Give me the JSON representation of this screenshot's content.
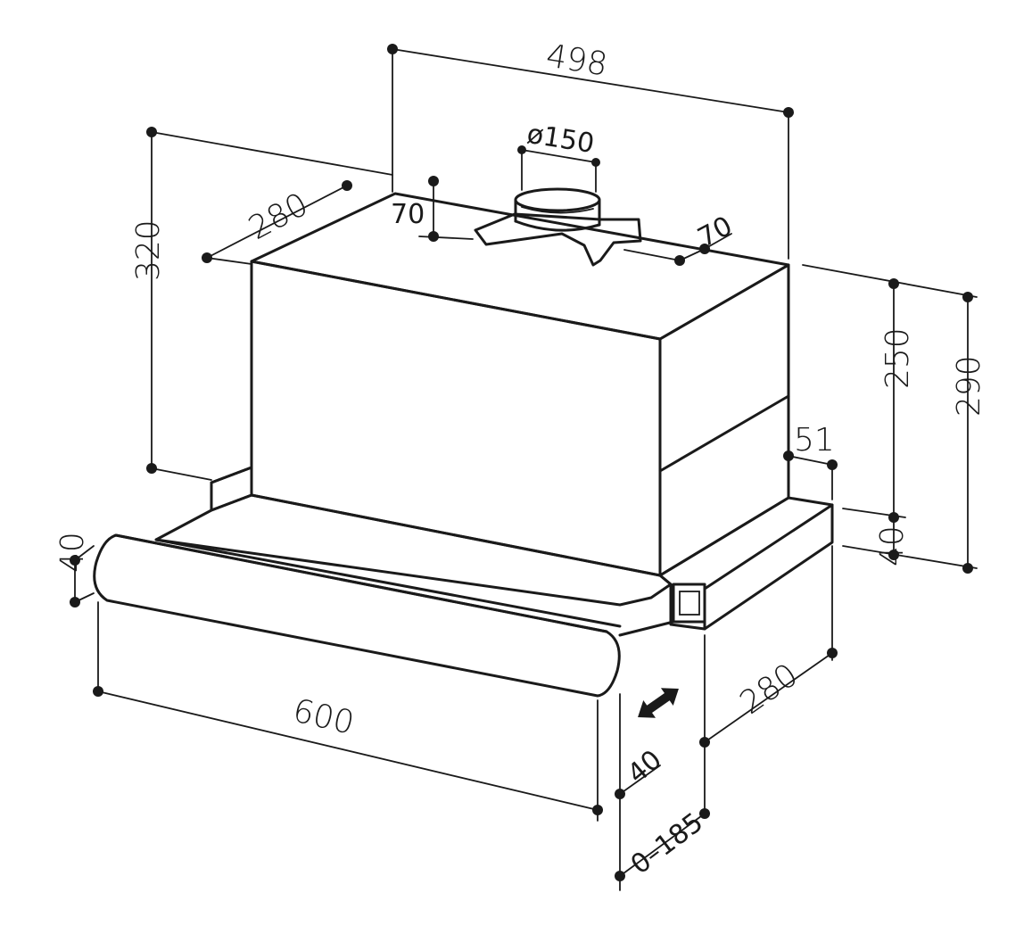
{
  "dimensions": {
    "d498": "498",
    "d150": "ø150",
    "d280_top": "280",
    "d70_left": "70",
    "d70_right": "70",
    "d320": "320",
    "d250": "250",
    "d290": "290",
    "d51": "51",
    "d40_left": "40",
    "d40_right": "40",
    "d600": "600",
    "d280_bottom": "280",
    "d40_bottom": "40",
    "d0_185": "0–185"
  },
  "colors": {
    "line": "#1a1a1a",
    "background": "#ffffff"
  },
  "icons": {
    "slide_arrows": "double-arrow-icon"
  }
}
